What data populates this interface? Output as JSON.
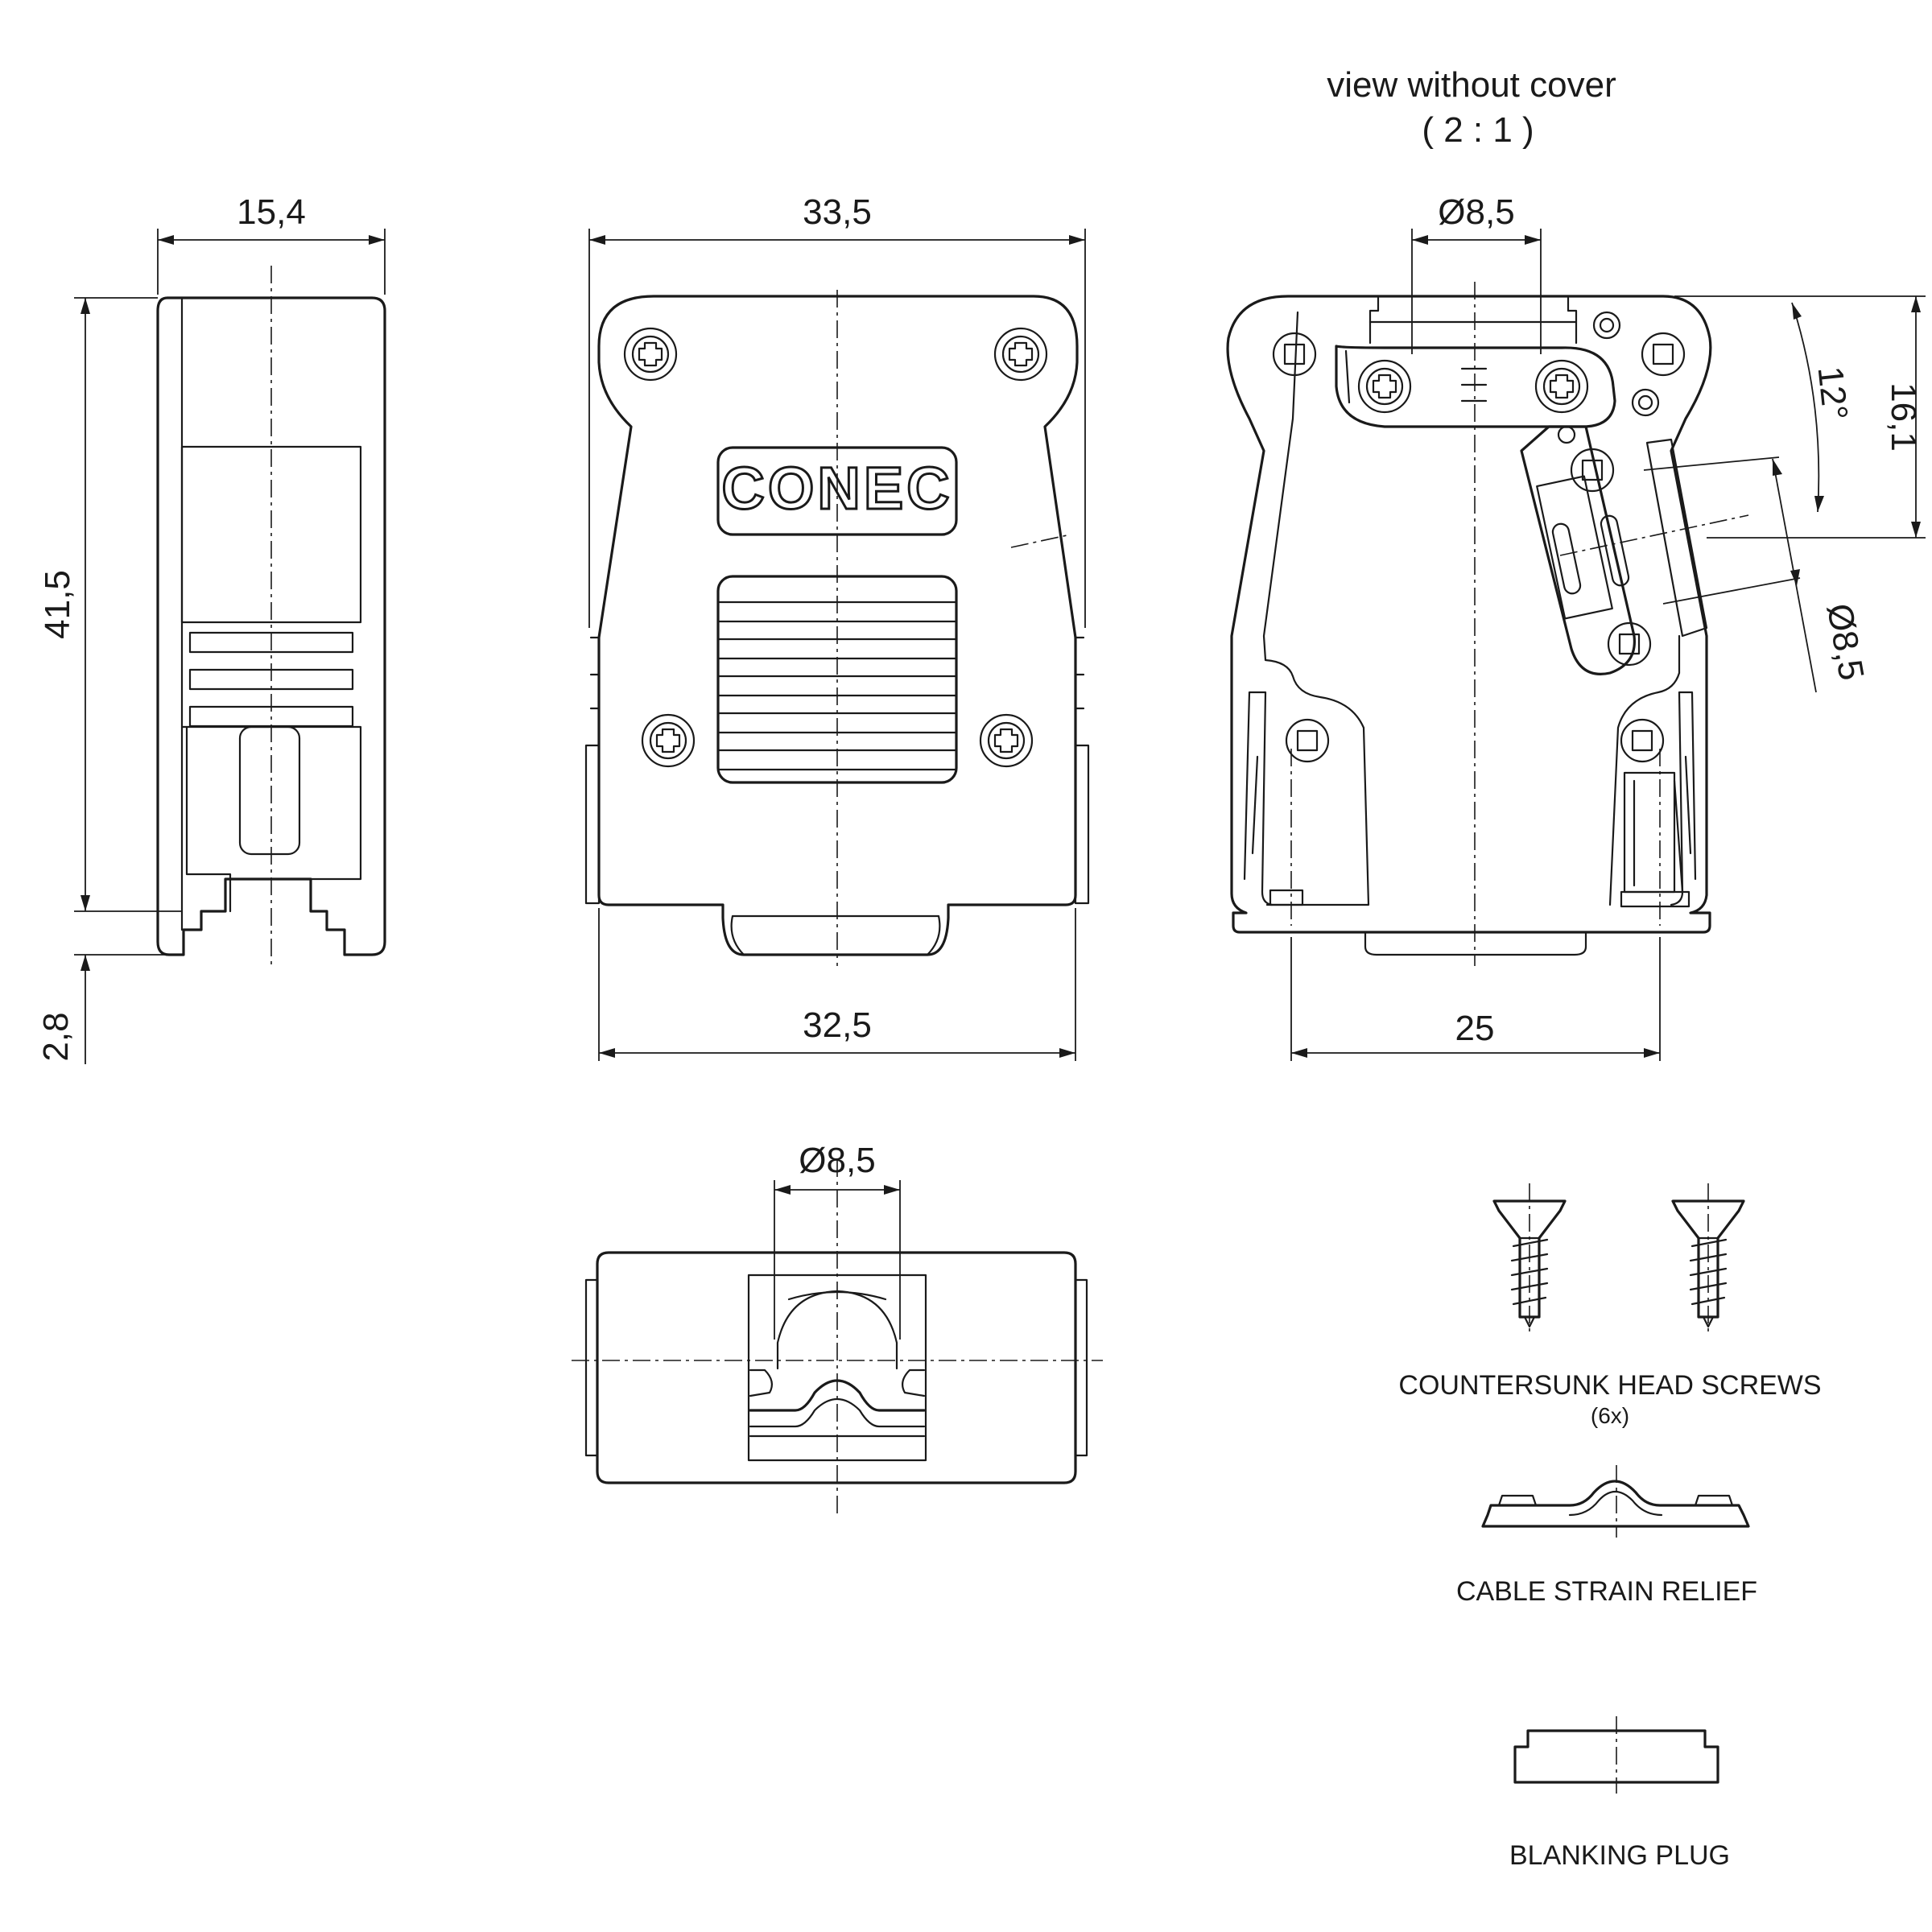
{
  "labels": {
    "view_without_cover": "view without cover",
    "scale": "( 2 : 1 )",
    "logo_text": "CONEC",
    "screws_caption": "COUNTERSUNK HEAD SCREWS",
    "screws_qty": "(6x)",
    "strain_relief_caption": "CABLE STRAIN RELIEF",
    "blanking_plug_caption": "BLANKING PLUG"
  },
  "dimensions": {
    "side_width": "15,4",
    "side_height": "41,5",
    "side_lip": "2,8",
    "front_top_width": "33,5",
    "front_bottom_width": "32,5",
    "inner_diameter_top": "Ø8,5",
    "inner_angle_height": "16,1",
    "inner_angle": "12°",
    "inner_angled_diameter": "Ø8,5",
    "inner_bottom_width": "25",
    "bottom_diameter": "Ø8,5"
  },
  "colors": {
    "line": "#1a1a1a",
    "background": "#ffffff"
  }
}
